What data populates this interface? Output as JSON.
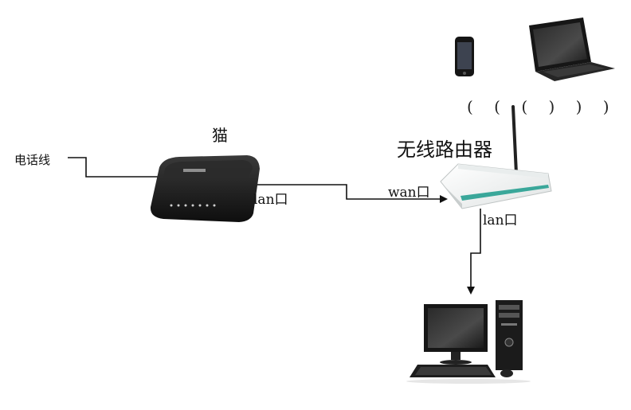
{
  "labels": {
    "phone_line": "电话线",
    "modem": "猫",
    "router": "无线路由器",
    "lan_modem": "lan口",
    "wan_router": "wan口",
    "lan_router": "lan口",
    "wifi_signal": "( ( ( ) ) )"
  },
  "icons": {
    "modem": "modem-icon",
    "router": "wireless-router-icon",
    "phone": "smartphone-icon",
    "laptop": "laptop-icon",
    "desktop": "desktop-computer-icon"
  },
  "colors": {
    "line": "#111111",
    "device_dark": "#1c1c1c",
    "router_body": "#f3f5f5",
    "router_stripe": "#3aa79a"
  }
}
